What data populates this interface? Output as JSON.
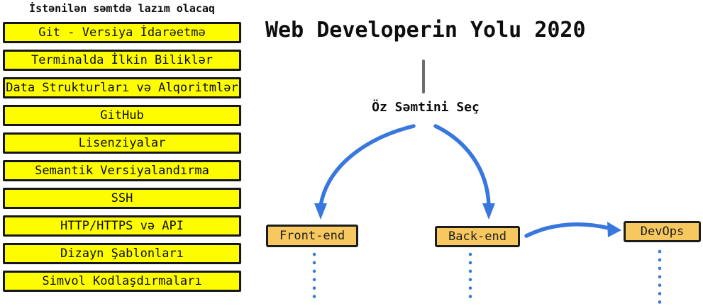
{
  "sidebar": {
    "header": "İstənilən səmtdə lazım olacaq",
    "items": [
      "Git - Versiya İdarəetmə",
      "Terminalda İlkin Biliklər",
      "Data Strukturları və Alqoritmlər",
      "GitHub",
      "Lisenziyalar",
      "Semantik Versiyalandırma",
      "SSH",
      "HTTP/HTTPS və API",
      "Dizayn Şablonları",
      "Simvol Kodlaşdırmaları"
    ]
  },
  "main": {
    "title": "Web Developerin Yolu 2020",
    "choose_label": "Öz Səmtini Seç",
    "branches": [
      {
        "label": "Front-end"
      },
      {
        "label": "Back-end"
      },
      {
        "label": "DevOps"
      }
    ]
  },
  "colors": {
    "topic_fill": "#FDFD00",
    "branch_fill": "#F6C85F",
    "arrow_blue": "#3877DE",
    "stem_gray": "#6D6D6D",
    "border_black": "#161616"
  }
}
